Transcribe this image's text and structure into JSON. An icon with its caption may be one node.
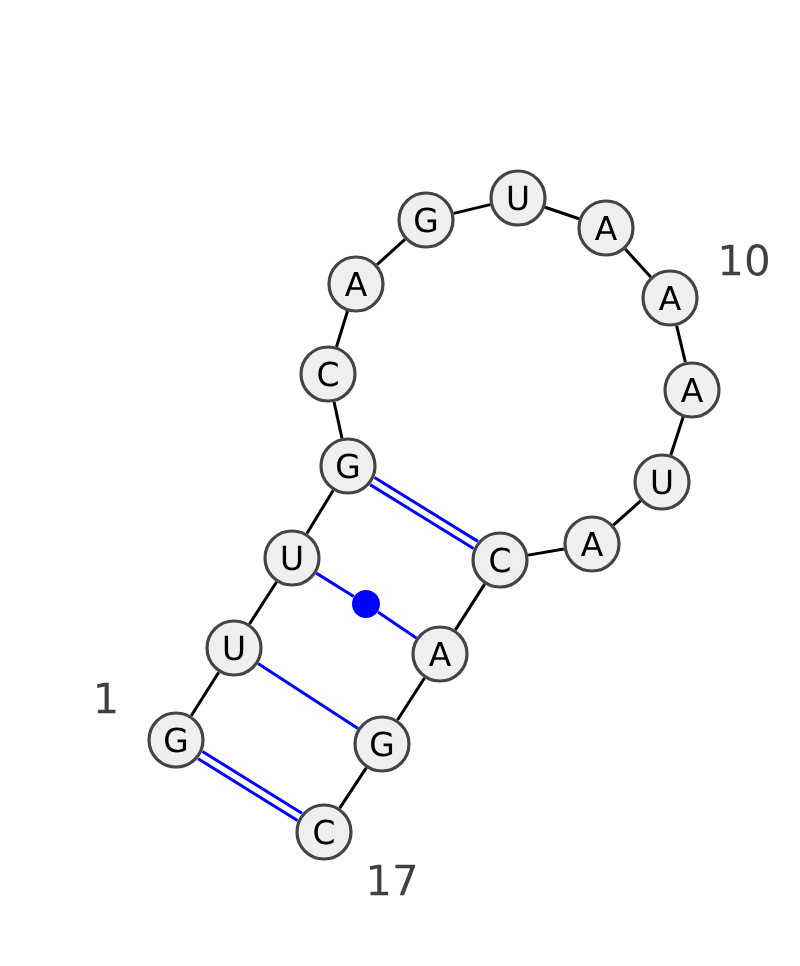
{
  "diagram": {
    "nodes": [
      {
        "text": [
          "G"
        ]
      },
      {
        "text": [
          "U"
        ]
      },
      {
        "text": [
          "U"
        ]
      },
      {
        "text": [
          "G"
        ]
      },
      {
        "text": [
          "C"
        ]
      },
      {
        "text": [
          "A"
        ]
      },
      {
        "text": [
          "G"
        ]
      },
      {
        "text": [
          "U"
        ]
      },
      {
        "text": [
          "A"
        ]
      },
      {
        "text": [
          "A"
        ]
      },
      {
        "text": [
          "A"
        ]
      },
      {
        "text": [
          "U"
        ]
      },
      {
        "text": [
          "A"
        ]
      },
      {
        "text": [
          "C"
        ]
      },
      {
        "text": [
          "A"
        ]
      },
      {
        "text": [
          "G"
        ]
      },
      {
        "text": [
          "C"
        ]
      },
      {
        "text": [],
        "shape": "circle"
      }
    ],
    "edges": [
      {
        "from": 0,
        "to": 1,
        "arrow": "none"
      },
      {
        "from": 1,
        "to": 2,
        "arrow": "none"
      },
      {
        "from": 2,
        "to": 3,
        "arrow": "none"
      },
      {
        "from": 3,
        "to": 4,
        "arrow": "none"
      },
      {
        "from": 4,
        "to": 5,
        "arrow": "none"
      },
      {
        "from": 5,
        "to": 6,
        "arrow": "none"
      },
      {
        "from": 6,
        "to": 7,
        "arrow": "none"
      },
      {
        "from": 7,
        "to": 8,
        "arrow": "none"
      },
      {
        "from": 8,
        "to": 9,
        "arrow": "none"
      },
      {
        "from": 9,
        "to": 10,
        "arrow": "none"
      },
      {
        "from": 10,
        "to": 11,
        "arrow": "none"
      },
      {
        "from": 11,
        "to": 12,
        "arrow": "none"
      },
      {
        "from": 12,
        "to": 13,
        "arrow": "none"
      },
      {
        "from": 13,
        "to": 14,
        "arrow": "none"
      },
      {
        "from": 14,
        "to": 15,
        "arrow": "none"
      },
      {
        "from": 15,
        "to": 16,
        "arrow": "none"
      },
      {
        "from": 0,
        "to": 16,
        "arrow": "none",
        "color": "#0000ff"
      },
      {
        "from": 0,
        "to": 16,
        "arrow": "none",
        "color": "#0000ff"
      },
      {
        "from": 1,
        "to": 15,
        "arrow": "none",
        "color": "#0000ff"
      },
      {
        "from": 2,
        "to": 17,
        "arrow": "none",
        "color": "#0000ff"
      },
      {
        "from": 17,
        "to": 14,
        "arrow": "none",
        "color": "#0000ff"
      },
      {
        "from": 3,
        "to": 13,
        "arrow": "none",
        "color": "#0000ff"
      },
      {
        "from": 3,
        "to": 13,
        "arrow": "none",
        "color": "#0000ff"
      }
    ],
    "labels": [
      "1",
      "10",
      "17"
    ]
  }
}
